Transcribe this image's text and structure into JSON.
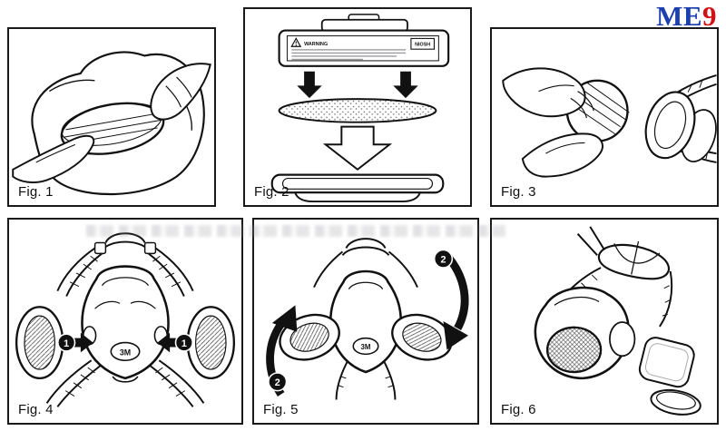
{
  "brand": {
    "text_blue": "ME",
    "text_red": "9",
    "blue_hex": "#1b3fae",
    "red_hex": "#d01216"
  },
  "figures": [
    {
      "label": "Fig. 1"
    },
    {
      "label": "Fig. 2"
    },
    {
      "label": "Fig. 3"
    },
    {
      "label": "Fig. 4"
    },
    {
      "label": "Fig. 5"
    },
    {
      "label": "Fig. 6"
    }
  ],
  "fig2": {
    "warning_title": "WARNING",
    "niosh_label": "NIOSH"
  },
  "fig4": {
    "step_number": "1",
    "mask_logo": "3M"
  },
  "fig5": {
    "step_number": "2",
    "mask_logo": "3M"
  }
}
